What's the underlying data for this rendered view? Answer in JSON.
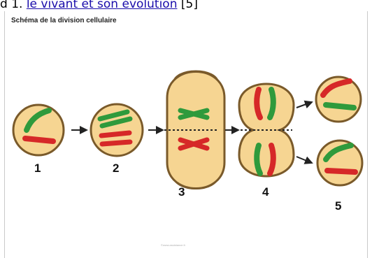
{
  "header": {
    "prefix": "d 1. ",
    "link_text": "le vivant et son évolution",
    "suffix": " [5]"
  },
  "figure": {
    "title": "Schéma de la division cellulaire",
    "stage_labels": [
      "1",
      "2",
      "3",
      "4",
      "5"
    ],
    "watermark": "©www.assistance.fr"
  },
  "colors": {
    "cell_fill": "#f6d592",
    "cell_stroke": "#7a5a2a",
    "chromosome_green": "#2f9a3c",
    "chromosome_red": "#d62828",
    "link": "#1a0dab"
  }
}
